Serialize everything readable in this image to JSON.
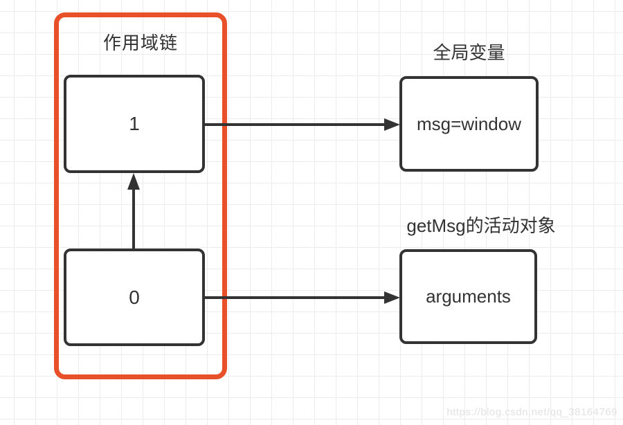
{
  "scope_chain": {
    "title": "作用域链",
    "items": [
      {
        "label": "1"
      },
      {
        "label": "0"
      }
    ]
  },
  "global": {
    "label": "全局变量",
    "box": "msg=window"
  },
  "activation": {
    "label": "getMsg的活动对象",
    "box": "arguments"
  },
  "watermark": "https://blog.csdn.net/qq_38164769",
  "colors": {
    "accent": "#e8502a",
    "box_border": "#333333",
    "text": "#333333",
    "grid": "#ececec",
    "watermark": "#e2e2e2"
  }
}
